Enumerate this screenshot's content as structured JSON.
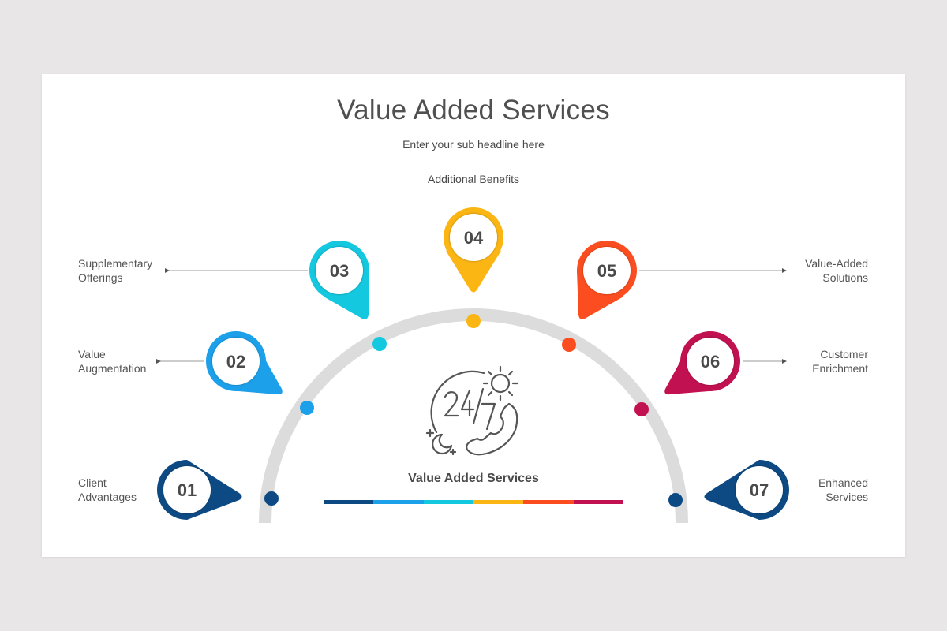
{
  "slide": {
    "title": "Value Added Services",
    "subtitle": "Enter your sub headline here",
    "top_label": "Additional Benefits",
    "center_caption": "Value Added Services",
    "center_icon": "24-7-phone-support-icon"
  },
  "colors": {
    "background": "#e8e6e7",
    "arc": "#dcdcdc",
    "text": "#4a4a4a"
  },
  "steps": [
    {
      "number": "01",
      "label_line1": "Client",
      "label_line2": "Advantages",
      "color": "#0d4a83",
      "side": "left"
    },
    {
      "number": "02",
      "label_line1": "Value",
      "label_line2": "Augmentation",
      "color": "#1ca0ea",
      "side": "left"
    },
    {
      "number": "03",
      "label_line1": "Supplementary",
      "label_line2": "Offerings",
      "color": "#14c8e0",
      "side": "left"
    },
    {
      "number": "04",
      "label_line1": "Additional Benefits",
      "label_line2": "",
      "color": "#fbb614",
      "side": "top"
    },
    {
      "number": "05",
      "label_line1": "Value-Added",
      "label_line2": "Solutions",
      "color": "#fb4d1f",
      "side": "right"
    },
    {
      "number": "06",
      "label_line1": "Customer",
      "label_line2": "Enrichment",
      "color": "#c11150",
      "side": "right"
    },
    {
      "number": "07",
      "label_line1": "Enhanced",
      "label_line2": "Services",
      "color": "#0d4a83",
      "side": "right"
    }
  ],
  "color_bar": [
    "#0d4a83",
    "#1ca0ea",
    "#14c8e0",
    "#fbb614",
    "#fb4d1f",
    "#c11150"
  ]
}
